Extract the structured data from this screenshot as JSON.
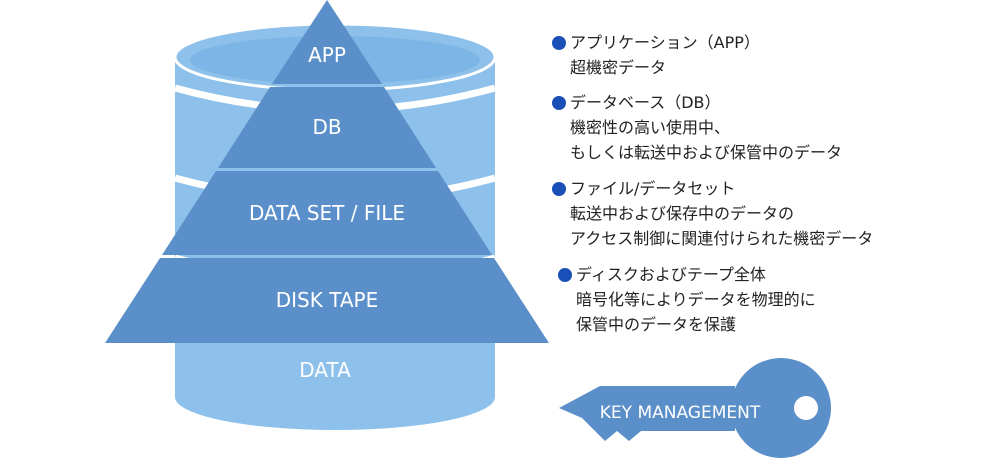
{
  "colors": {
    "cylinder": "#8dc0ea",
    "cylinder_top": "#7db5e6",
    "pyramid": "#5b8fc9",
    "divider": "#ffffff",
    "bullet": "#1a4fb8",
    "key": "#5b8fc9"
  },
  "pyramid": {
    "layers": [
      "APP",
      "DB",
      "DATA SET / FILE",
      "DISK TAPE"
    ],
    "base_label": "DATA"
  },
  "key": {
    "label": "KEY MANAGEMENT"
  },
  "items": [
    {
      "title": "アプリケーション（APP）",
      "lines": [
        "超機密データ"
      ]
    },
    {
      "title": "データベース（DB）",
      "lines": [
        "機密性の高い使用中、",
        "もしくは転送中および保管中のデータ"
      ]
    },
    {
      "title": "ファイル/データセット",
      "lines": [
        "転送中および保存中のデータの",
        "アクセス制御に関連付けられた機密データ"
      ]
    },
    {
      "title": "ディスクおよびテープ全体",
      "lines": [
        "暗号化等によりデータを物理的に",
        "保管中のデータを保護"
      ]
    }
  ]
}
